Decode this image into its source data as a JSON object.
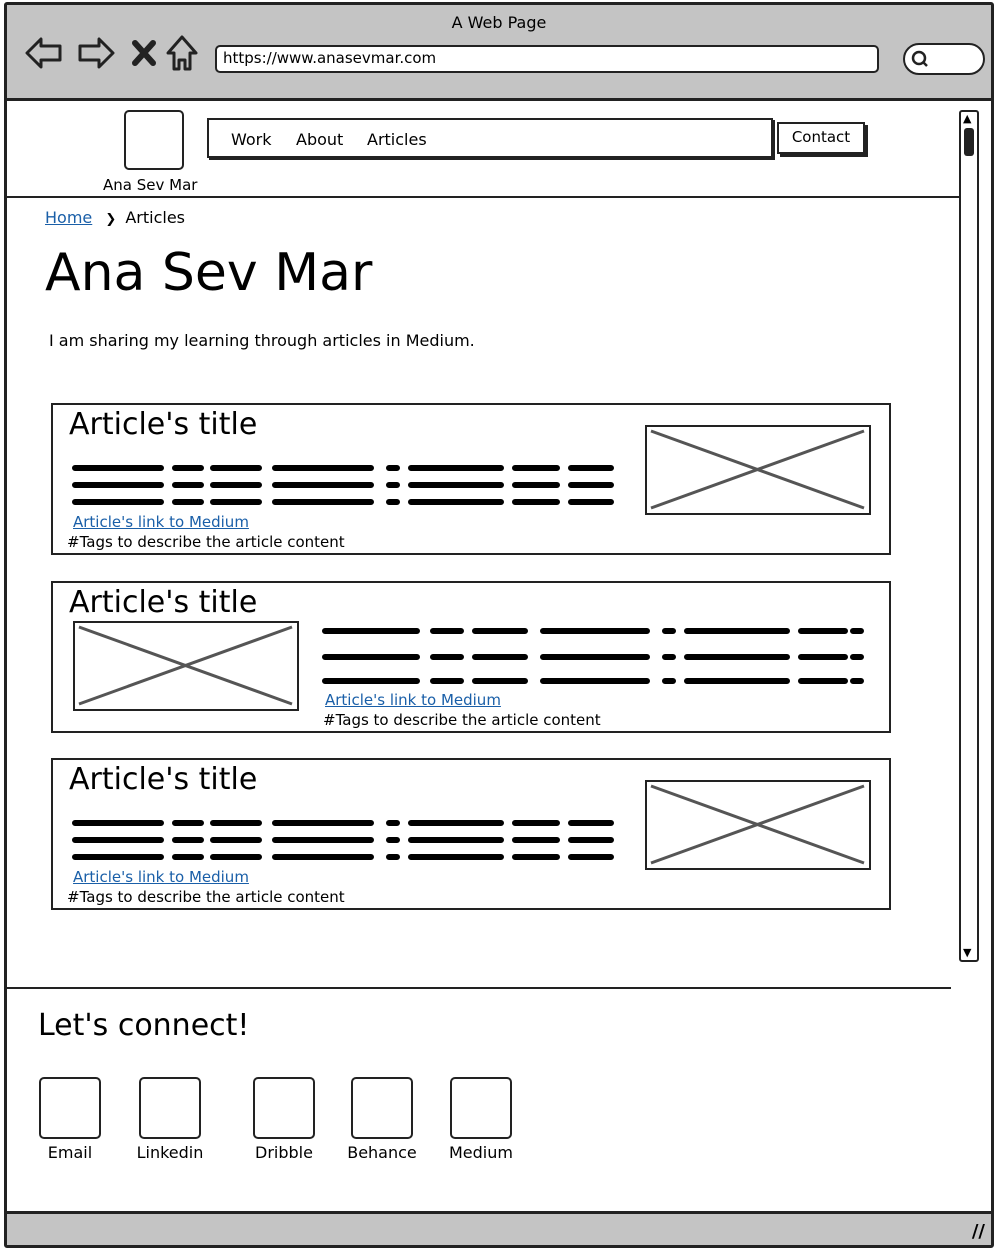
{
  "window": {
    "title": "A Web Page"
  },
  "browser": {
    "url": "https://www.anasevmar.com"
  },
  "icons": {
    "back": "back-arrow-icon",
    "forward": "forward-arrow-icon",
    "stop": "close-x-icon",
    "home": "home-icon",
    "search": "search-icon",
    "resize": "resize-grip-icon"
  },
  "header": {
    "logo_label": "Ana Sev Mar",
    "menu": [
      "Work",
      "About",
      "Articles"
    ],
    "contact_label": "Contact"
  },
  "breadcrumb": {
    "home": "Home",
    "current": "Articles"
  },
  "main": {
    "title": "Ana Sev Mar",
    "intro": "I am sharing my learning through articles in Medium."
  },
  "articles": [
    {
      "title": "Article's title",
      "link": "Article's link to Medium",
      "tags": "#Tags to describe the article content",
      "image_side": "right"
    },
    {
      "title": "Article's title",
      "link": "Article's link to Medium",
      "tags": "#Tags to describe the article content",
      "image_side": "left"
    },
    {
      "title": "Article's title",
      "link": "Article's link to Medium",
      "tags": "#Tags to describe the article content",
      "image_side": "right"
    }
  ],
  "footer": {
    "title": "Let's connect!",
    "socials": [
      "Email",
      "Linkedin",
      "Dribble",
      "Behance",
      "Medium"
    ]
  },
  "colors": {
    "chrome": "#c4c4c4",
    "link": "#1a5fa8",
    "ink": "#222222"
  }
}
